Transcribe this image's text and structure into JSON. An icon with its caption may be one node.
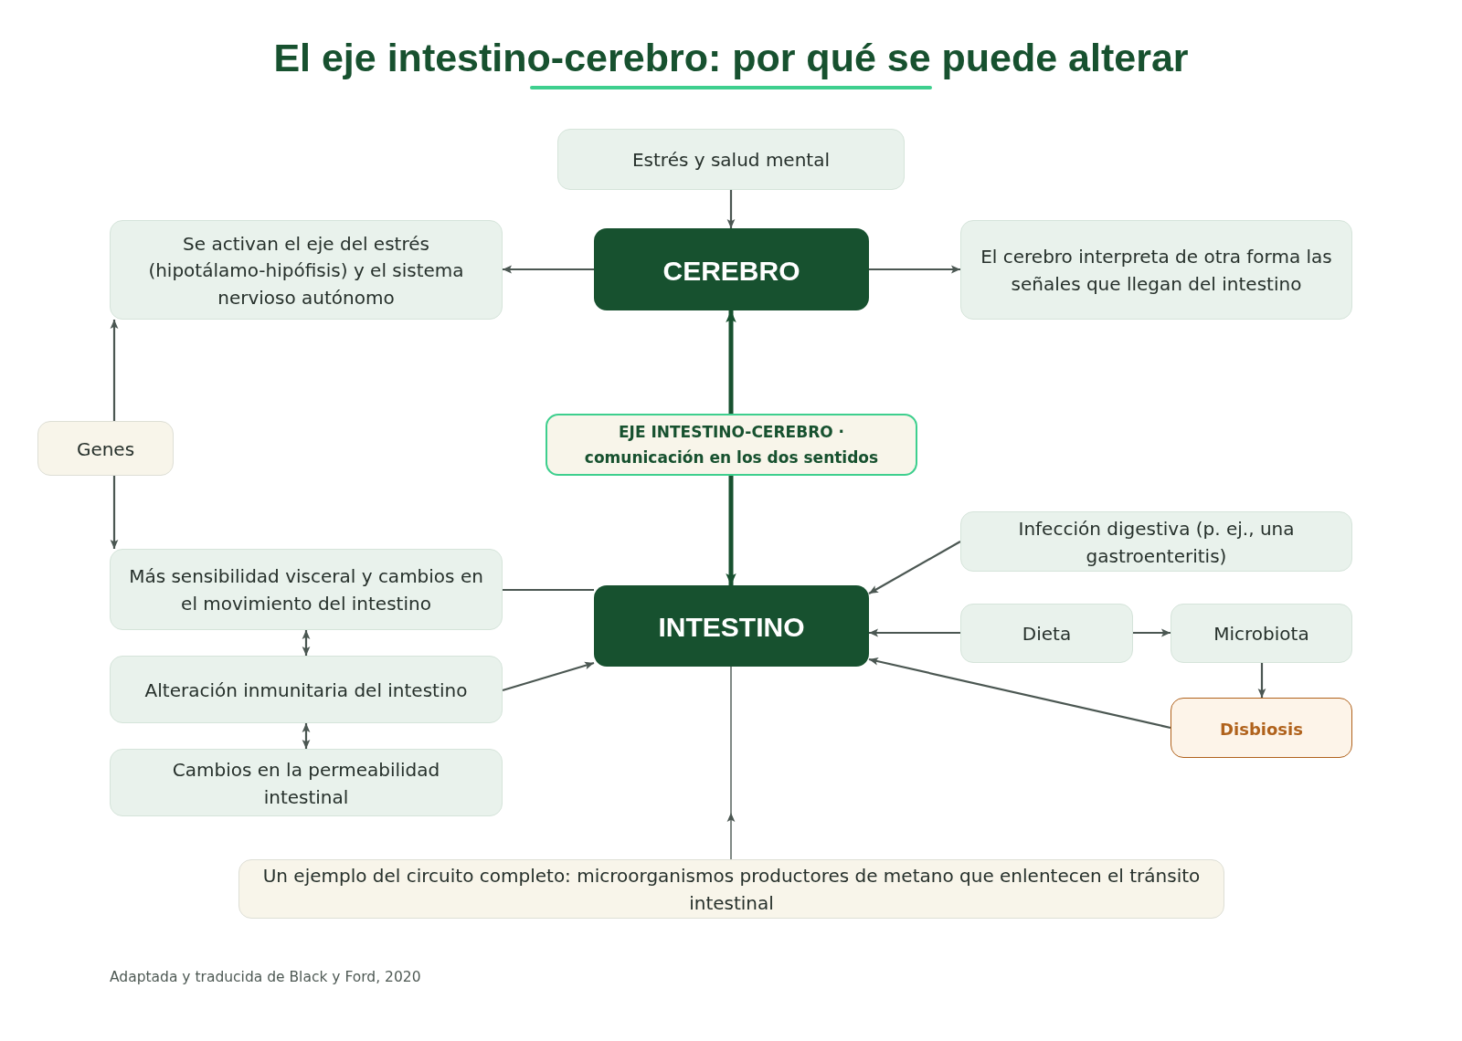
{
  "diagram": {
    "title": "El eje intestino-cerebro: por qué se puede alterar",
    "nodes": [
      {
        "text": [
          "Estrés y salud mental"
        ]
      },
      {
        "text": [
          "Se activan el eje del estrés (hipotálamo-hipófisis) y el sistema nervioso autónomo"
        ]
      },
      {
        "text": [
          "CEREBRO"
        ]
      },
      {
        "text": [
          "El cerebro interpreta de otra forma las señales que llegan del intestino"
        ]
      },
      {
        "text": [
          "Genes"
        ]
      },
      {
        "text": [
          "EJE INTESTINO-CEREBRO · comunicación en los dos sentidos"
        ]
      },
      {
        "text": [
          "Infección digestiva (p. ej., una gastroenteritis)"
        ]
      },
      {
        "text": [
          "Más sensibilidad visceral y cambios en el movimiento del intestino"
        ]
      },
      {
        "text": [
          "INTESTINO"
        ]
      },
      {
        "text": [
          "Dieta"
        ]
      },
      {
        "text": [
          "Microbiota"
        ]
      },
      {
        "text": [
          "Alteración inmunitaria del intestino"
        ]
      },
      {
        "text": [
          "Disbiosis"
        ]
      },
      {
        "text": [
          "Cambios en la permeabilidad intestinal"
        ]
      },
      {
        "text": [
          "Un ejemplo del circuito completo: microorganismos productores de metano que enlentecen el tránsito intestinal"
        ]
      }
    ],
    "edges": [
      {
        "from": 0,
        "to": 2,
        "arrow": "to"
      },
      {
        "from": 2,
        "to": 1,
        "arrow": "to"
      },
      {
        "from": 2,
        "to": 3,
        "arrow": "to"
      },
      {
        "from": 5,
        "to": 2,
        "arrow": "to",
        "style": "thick",
        "color": "#17512f"
      },
      {
        "from": 5,
        "to": 8,
        "arrow": "to",
        "style": "thick",
        "color": "#17512f"
      },
      {
        "from": 4,
        "to": 1,
        "arrow": "to"
      },
      {
        "from": 4,
        "to": 7,
        "arrow": "to"
      },
      {
        "from": 7,
        "to": 8,
        "arrow": "none"
      },
      {
        "from": 11,
        "to": 8,
        "arrow": "to"
      },
      {
        "from": 7,
        "to": 11,
        "arrow": "both"
      },
      {
        "from": 11,
        "to": 13,
        "arrow": "both"
      },
      {
        "from": 6,
        "to": 8,
        "arrow": "to"
      },
      {
        "from": 9,
        "to": 8,
        "arrow": "to"
      },
      {
        "from": 9,
        "to": 10,
        "arrow": "to"
      },
      {
        "from": 10,
        "to": 12,
        "arrow": "to"
      },
      {
        "from": 12,
        "to": 8,
        "arrow": "to"
      },
      {
        "from": 14,
        "to": 8,
        "arrow": "to"
      }
    ],
    "labels": [
      "Adaptada y traducida de Black y Ford, 2020"
    ]
  }
}
